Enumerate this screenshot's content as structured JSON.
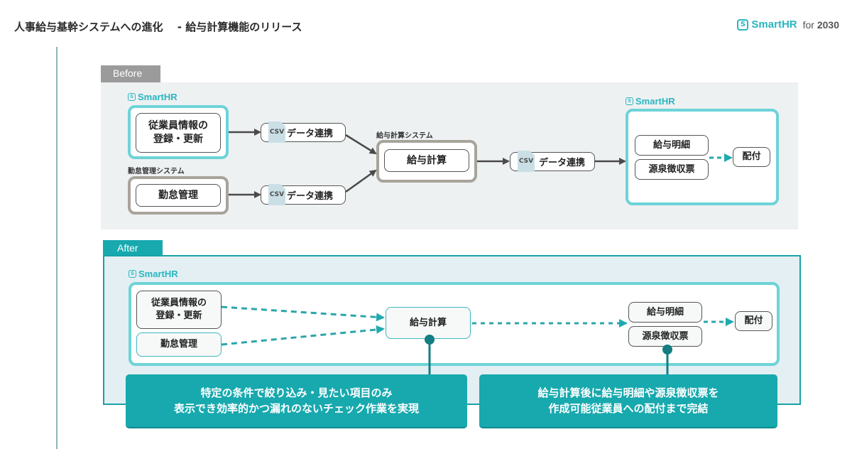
{
  "header": {
    "title": "人事給与基幹システムへの進化　 - 給与計算機能のリリース",
    "brand": {
      "icon": "smarthr-logo-icon",
      "icon_glyph": "S",
      "name": "SmartHR",
      "suffix_prefix": "for",
      "suffix_year": "2030"
    }
  },
  "before": {
    "tab_label": "Before",
    "smarthr_left": {
      "icon_glyph": "S",
      "name": "SmartHR"
    },
    "employee_node": {
      "line1": "従業員情報の",
      "line2": "登録・更新"
    },
    "attendance_system_label": "勤怠管理システム",
    "attendance_node": "勤怠管理",
    "csv_links": [
      {
        "icon": "csv-file-icon",
        "badge": "CSV",
        "label": "データ連携"
      },
      {
        "icon": "csv-file-icon",
        "badge": "CSV",
        "label": "データ連携"
      },
      {
        "icon": "csv-file-icon",
        "badge": "CSV",
        "label": "データ連携"
      }
    ],
    "payroll_system_label": "給与計算システム",
    "payroll_node": "給与計算",
    "smarthr_right": {
      "icon_glyph": "S",
      "name": "SmartHR"
    },
    "payslip_node": "給与明細",
    "withholding_node": "源泉徴収票",
    "distribution_node": "配付"
  },
  "after": {
    "tab_label": "After",
    "smarthr": {
      "icon_glyph": "S",
      "name": "SmartHR"
    },
    "employee_node": {
      "line1": "従業員情報の",
      "line2": "登録・更新"
    },
    "attendance_node": "勤怠管理",
    "payroll_node": "給与計算",
    "payslip_node": "給与明細",
    "withholding_node": "源泉徴収票",
    "distribution_node": "配付",
    "callouts": [
      {
        "line1": "特定の条件で絞り込み・見たい項目のみ",
        "line2": "表示でき効率的かつ漏れのないチェック作業を実現"
      },
      {
        "line1": "給与計算後に給与明細や源泉徴収票を",
        "line2": "作成可能従業員への配付まで完結"
      }
    ]
  },
  "colors": {
    "brand_teal": "#29b6c0",
    "accent_teal": "#17a9ae",
    "frame_teal": "#6dd3d8",
    "frame_gray": "#a8a39b",
    "before_tab": "#9b9b9b",
    "arrow_dark": "#4a4a4a",
    "dashed_teal": "#2ba5ab",
    "pin_dark": "#137d82"
  }
}
